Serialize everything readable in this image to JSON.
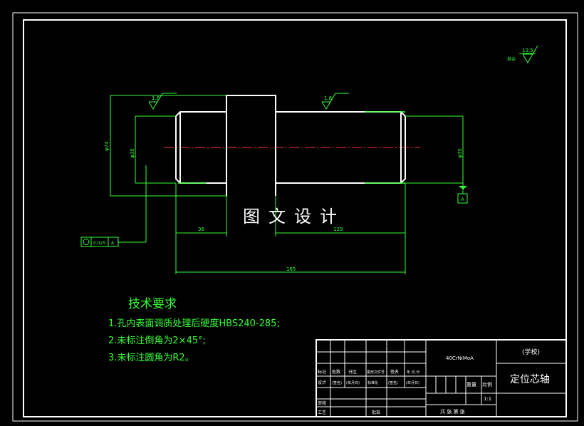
{
  "drawing": {
    "roughness_value": "12.5",
    "roughness_note": "其余",
    "surface_roughness_1": "1.6",
    "surface_roughness_2": "1.6",
    "dia_large": "φ74",
    "dia_left": "φ35",
    "dia_right": "φ35",
    "dim_36": "36",
    "dim_mid": "129",
    "dim_165": "165",
    "tolerance_value": "0.025",
    "datum_ref": "A",
    "datum_label": "A"
  },
  "watermark": "图文设计",
  "notes": {
    "heading": "技术要求",
    "items": [
      "1.孔内表面调质处理后硬度HBS240-285;",
      "2.未标注倒角为2×45°;",
      "3.未标注圆角为R2。"
    ]
  },
  "title_block": {
    "material": "40CrNiMoA",
    "school": "(学校)",
    "part_name": "定位芯轴",
    "scale_label": "比例",
    "scale_value": "1:1",
    "weight_label": "重量",
    "sheet_text": "共 张 第 张",
    "row_labels": [
      "标记",
      "处数",
      "分区",
      "更改文件号",
      "签名",
      "年.月.日"
    ],
    "row2_labels": [
      "设计",
      "(签名)",
      "(年月日)",
      "标准化",
      "(签名)",
      "(年月日)"
    ],
    "review_label": "审核",
    "process_label": "工艺",
    "approve_label": "批准"
  },
  "colors": {
    "line": "#ffffff",
    "dim": "#33ff33",
    "center": "#ff3333"
  }
}
